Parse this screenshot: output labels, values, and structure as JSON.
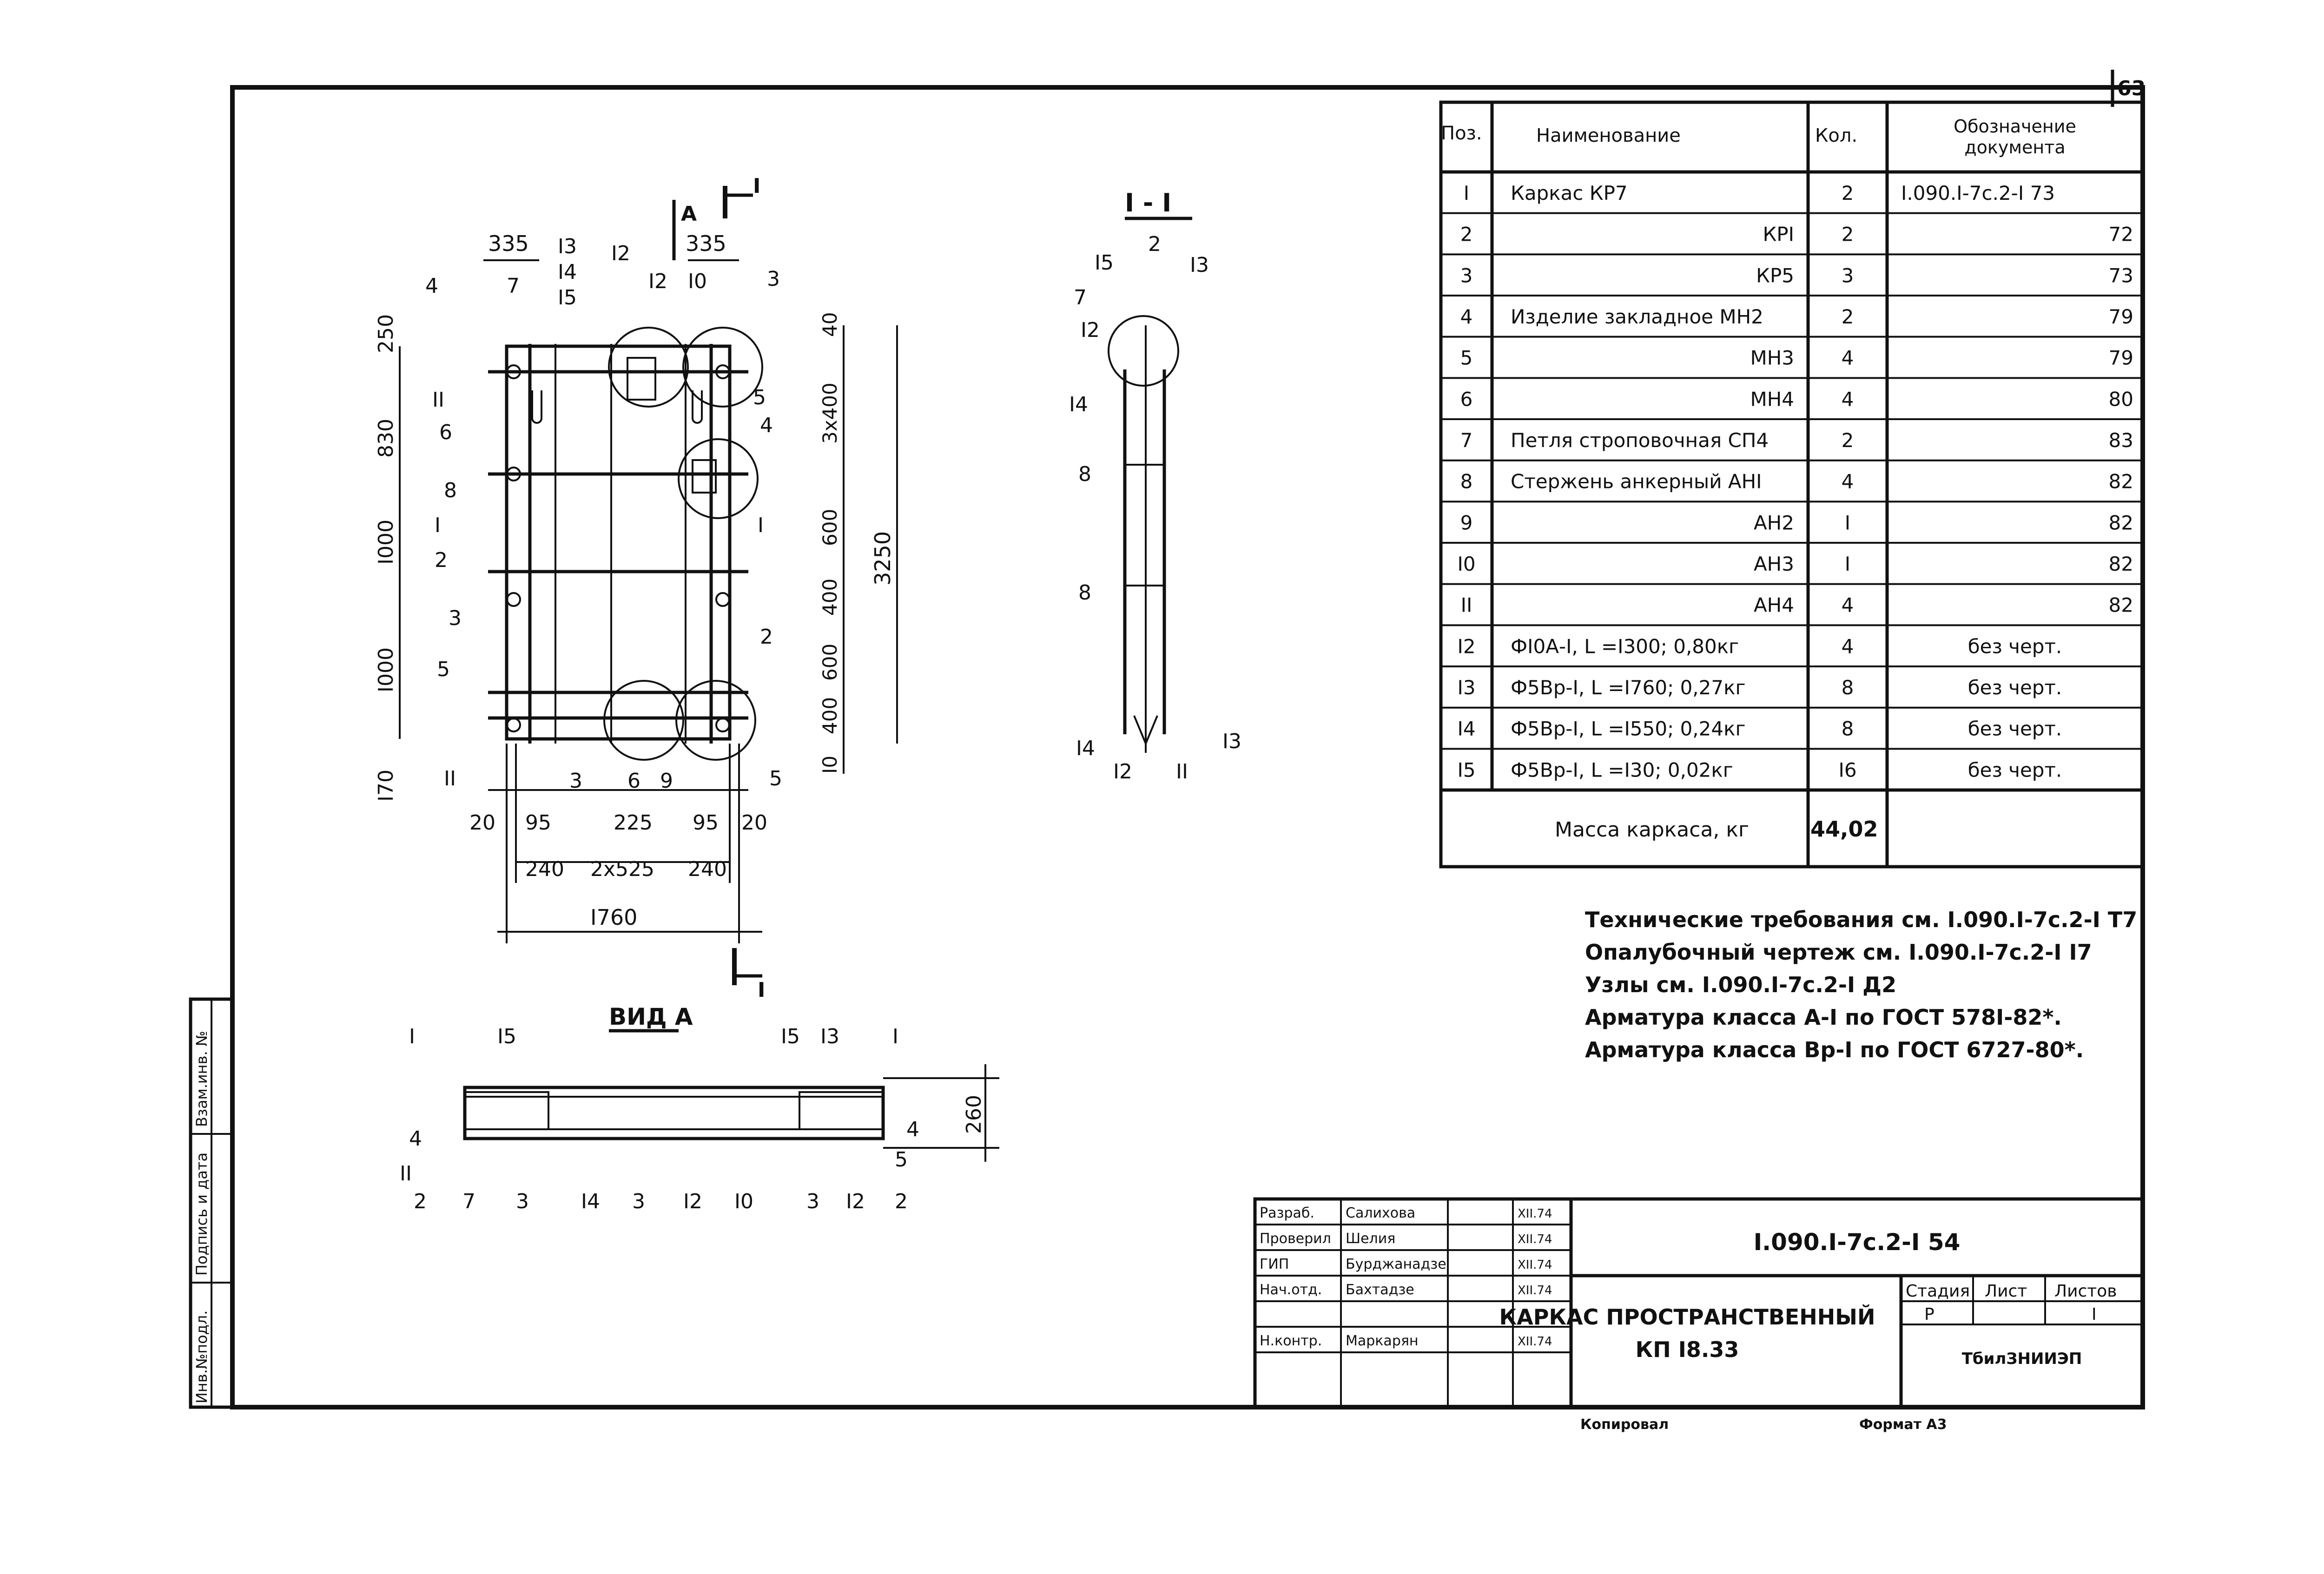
{
  "sheet_number": "63",
  "section_label": "I - I",
  "view_a_title": "ВИД А",
  "arrow_a": "А",
  "section_mark": "I",
  "plan": {
    "top_dims": [
      "335",
      "335"
    ],
    "h_dims": [
      "20",
      "95",
      "225",
      "95",
      "20"
    ],
    "h_dims2": [
      "240",
      "2x525",
      "240"
    ],
    "overall_width": "I760",
    "left_dims": [
      "250",
      "830",
      "I000",
      "I000",
      "I70"
    ],
    "right_dims": [
      "40",
      "3x400",
      "600",
      "400",
      "600",
      "400",
      "I0"
    ],
    "overall_height": "3250",
    "callouts": {
      "top": [
        "4",
        "7",
        "I3",
        "I4",
        "I5",
        "I2",
        "I2",
        "I0",
        "3"
      ],
      "left": [
        "II",
        "6",
        "8",
        "I",
        "2",
        "3",
        "5",
        "II"
      ],
      "right": [
        "5",
        "4",
        "I",
        "2",
        "5"
      ],
      "bottom": [
        "3",
        "6",
        "9"
      ]
    }
  },
  "section": {
    "callouts": [
      "I5",
      "2",
      "I3",
      "7",
      "I2",
      "I4",
      "8",
      "8",
      "I4",
      "I2",
      "II",
      "I3"
    ]
  },
  "view_a": {
    "callouts_top": [
      "I",
      "I5",
      "I5",
      "I3",
      "I"
    ],
    "callouts_side": [
      "4",
      "II",
      "4",
      "5"
    ],
    "callouts_bottom": [
      "2",
      "7",
      "3",
      "I4",
      "3",
      "I2",
      "I0",
      "3",
      "I2",
      "2"
    ],
    "height_dim": "260"
  },
  "spec": {
    "headers": [
      "Поз.",
      "Наименование",
      "Кол.",
      "Обозначение документа"
    ],
    "rows": [
      {
        "pos": "I",
        "name": "Каркас КР7",
        "qty": "2",
        "doc": "I.090.I-7с.2-I 73"
      },
      {
        "pos": "2",
        "name": "КРI",
        "qty": "2",
        "doc": "72"
      },
      {
        "pos": "3",
        "name": "КР5",
        "qty": "3",
        "doc": "73"
      },
      {
        "pos": "4",
        "name": "Изделие закладное МН2",
        "qty": "2",
        "doc": "79"
      },
      {
        "pos": "5",
        "name": "МН3",
        "qty": "4",
        "doc": "79"
      },
      {
        "pos": "6",
        "name": "МН4",
        "qty": "4",
        "doc": "80"
      },
      {
        "pos": "7",
        "name": "Петля строповочная СП4",
        "qty": "2",
        "doc": "83"
      },
      {
        "pos": "8",
        "name": "Стержень анкерный АНI",
        "qty": "4",
        "doc": "82"
      },
      {
        "pos": "9",
        "name": "АН2",
        "qty": "I",
        "doc": "82"
      },
      {
        "pos": "I0",
        "name": "АН3",
        "qty": "I",
        "doc": "82"
      },
      {
        "pos": "II",
        "name": "АН4",
        "qty": "4",
        "doc": "82"
      },
      {
        "pos": "I2",
        "name": "ФI0А-I, L =I300; 0,80кг",
        "qty": "4",
        "doc": "без черт."
      },
      {
        "pos": "I3",
        "name": "Ф5Вр-I, L =I760; 0,27кг",
        "qty": "8",
        "doc": "без черт."
      },
      {
        "pos": "I4",
        "name": "Ф5Вр-I, L =I550; 0,24кг",
        "qty": "8",
        "doc": "без черт."
      },
      {
        "pos": "I5",
        "name": "Ф5Вр-I, L =I30; 0,02кг",
        "qty": "I6",
        "doc": "без черт."
      }
    ],
    "mass_label": "Масса каркаса, кг",
    "mass_value": "44,02"
  },
  "notes": [
    "Технические требования см. I.090.I-7с.2-I Т7",
    "Опалубочный чертеж см. I.090.I-7с.2-I I7",
    "Узлы см. I.090.I-7с.2-I Д2",
    "Арматура класса А-I по ГОСТ 578I-82*.",
    "Арматура класса Вр-I по ГОСТ 6727-80*."
  ],
  "title_block": {
    "code": "I.090.I-7с.2-I 54",
    "title_line1": "КАРКАС ПРОСТРАНСТВЕННЫЙ",
    "title_line2": "КП I8.33",
    "stage_label": "Стадия",
    "sheet_label": "Лист",
    "sheets_label": "Листов",
    "stage_value": "Р",
    "sheets_value": "I",
    "org": "ТбилЗНИИЭП",
    "roles": [
      {
        "role": "Разраб.",
        "name": "Салихова",
        "date": "XII.74"
      },
      {
        "role": "Проверил",
        "name": "Шелия",
        "date": "XII.74"
      },
      {
        "role": "ГИП",
        "name": "Бурджанадзе",
        "date": "XII.74"
      },
      {
        "role": "Нач.отд.",
        "name": "Бахтадзе",
        "date": "XII.74"
      },
      {
        "role": "",
        "name": "",
        "date": ""
      },
      {
        "role": "Н.контр.",
        "name": "Маркарян",
        "date": "XII.74"
      }
    ]
  },
  "side_stamp": [
    "Взам.инв. №",
    "Подпись и дата",
    "Инв.№подл."
  ],
  "footer": {
    "copied": "Копировал",
    "format": "Формат А3"
  }
}
